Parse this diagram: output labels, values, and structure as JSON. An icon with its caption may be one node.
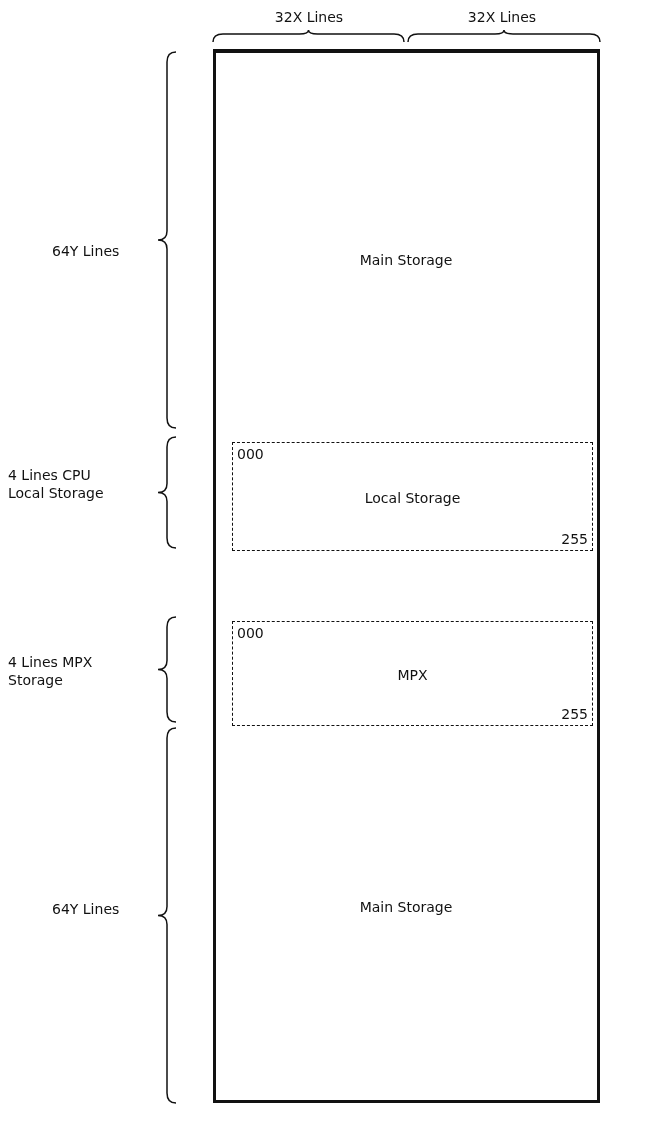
{
  "diagram": {
    "nodes": [
      {
        "text": [
          "Main Storage",
          "Main Storage"
        ]
      },
      {
        "text": [
          "000",
          "Local Storage",
          "255"
        ],
        "in": 0
      },
      {
        "text": [
          "000",
          "MPX",
          "255"
        ],
        "in": 0
      }
    ],
    "labels": [
      "32X Lines",
      "32X Lines",
      "64Y Lines",
      "4 Lines CPU Local Storage",
      "4 Lines MPX Storage",
      "64Y Lines"
    ]
  }
}
